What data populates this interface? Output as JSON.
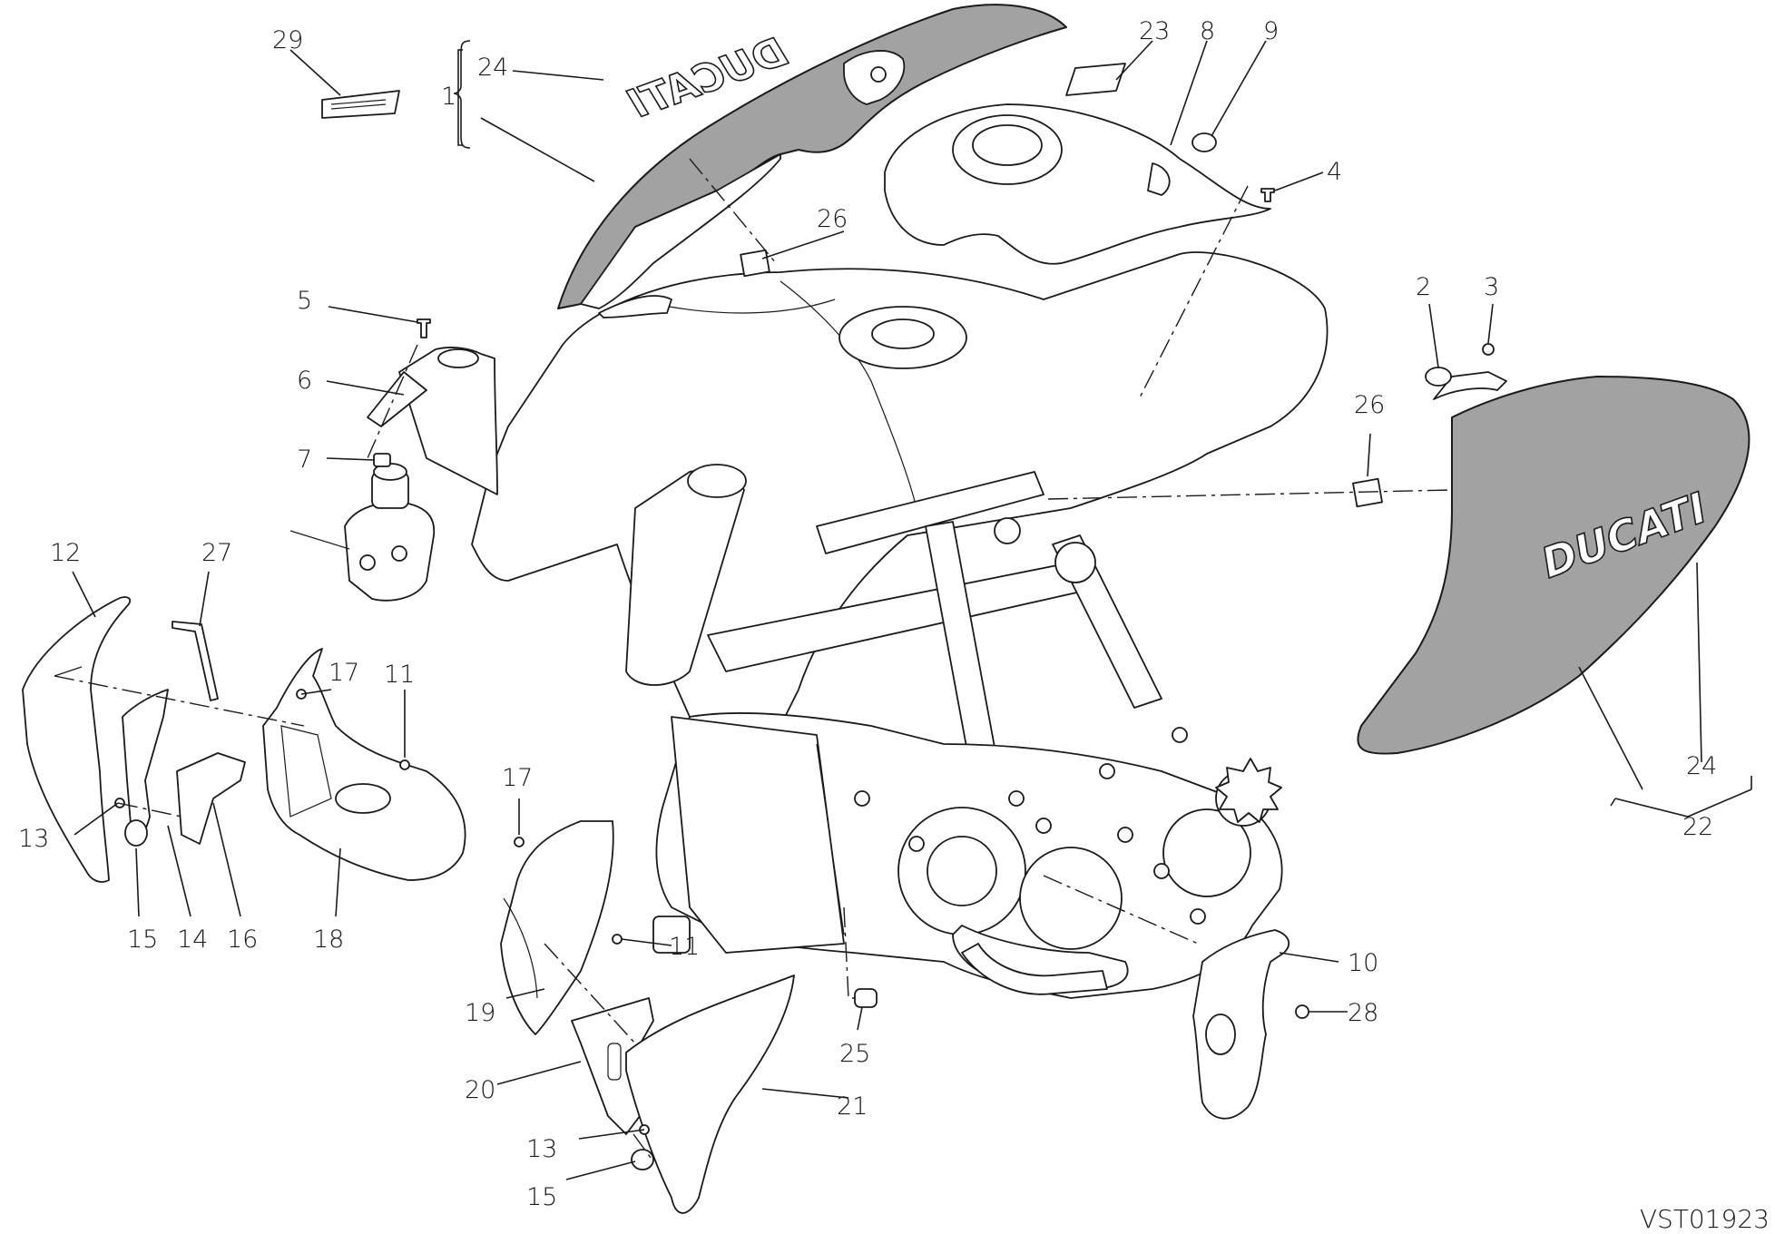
{
  "drawing_code": "VST01923",
  "brand_mark": "DUCATI",
  "callouts": [
    {
      "id": "c1",
      "label": "1"
    },
    {
      "id": "c2",
      "label": "2"
    },
    {
      "id": "c3",
      "label": "3"
    },
    {
      "id": "c4",
      "label": "4"
    },
    {
      "id": "c5",
      "label": "5"
    },
    {
      "id": "c6",
      "label": "6"
    },
    {
      "id": "c7",
      "label": "7"
    },
    {
      "id": "c8",
      "label": "8"
    },
    {
      "id": "c9",
      "label": "9"
    },
    {
      "id": "c10",
      "label": "10"
    },
    {
      "id": "c11a",
      "label": "11"
    },
    {
      "id": "c11b",
      "label": "11"
    },
    {
      "id": "c12",
      "label": "12"
    },
    {
      "id": "c13a",
      "label": "13"
    },
    {
      "id": "c13b",
      "label": "13"
    },
    {
      "id": "c14",
      "label": "14"
    },
    {
      "id": "c15a",
      "label": "15"
    },
    {
      "id": "c15b",
      "label": "15"
    },
    {
      "id": "c16",
      "label": "16"
    },
    {
      "id": "c17a",
      "label": "17"
    },
    {
      "id": "c17b",
      "label": "17"
    },
    {
      "id": "c18",
      "label": "18"
    },
    {
      "id": "c19",
      "label": "19"
    },
    {
      "id": "c20",
      "label": "20"
    },
    {
      "id": "c21",
      "label": "21"
    },
    {
      "id": "c22",
      "label": "22"
    },
    {
      "id": "c23",
      "label": "23"
    },
    {
      "id": "c24a",
      "label": "24"
    },
    {
      "id": "c24b",
      "label": "24"
    },
    {
      "id": "c25",
      "label": "25"
    },
    {
      "id": "c26a",
      "label": "26"
    },
    {
      "id": "c26b",
      "label": "26"
    },
    {
      "id": "c27",
      "label": "27"
    },
    {
      "id": "c28",
      "label": "28"
    },
    {
      "id": "c29",
      "label": "29"
    }
  ]
}
